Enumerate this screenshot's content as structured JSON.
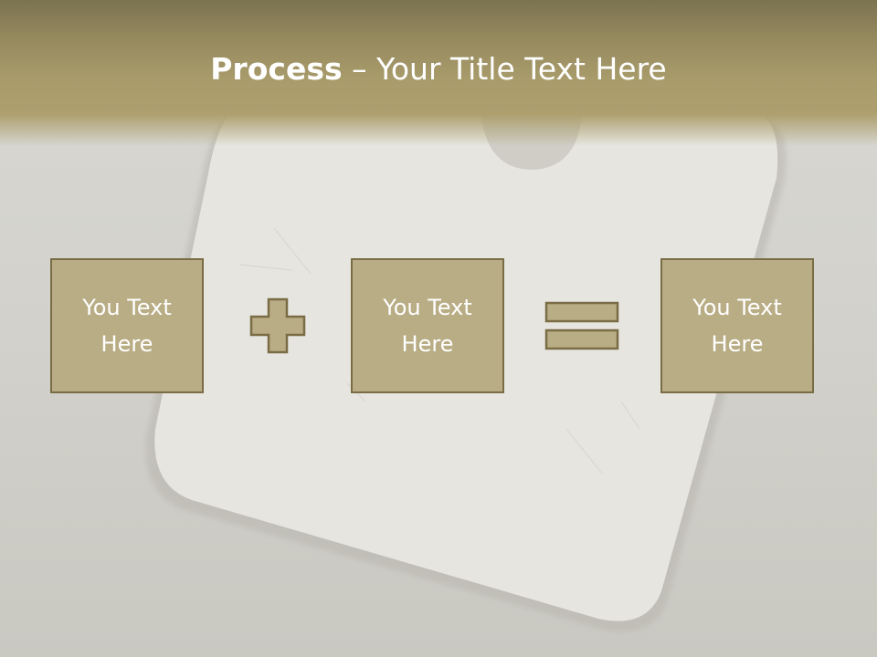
{
  "slide": {
    "title_bold": "Process",
    "title_separator": " – ",
    "title_rest": "Your Title Text Here",
    "boxes": [
      {
        "line1": "You Text",
        "line2": "Here"
      },
      {
        "line1": "You Text",
        "line2": "Here"
      },
      {
        "line1": "You Text",
        "line2": "Here"
      }
    ],
    "operators": [
      "plus-icon",
      "equals-icon"
    ]
  },
  "colors": {
    "header": "#ad9f6e",
    "box_fill": "#b9ad85",
    "box_border": "#7a6d45",
    "text": "#ffffff"
  }
}
